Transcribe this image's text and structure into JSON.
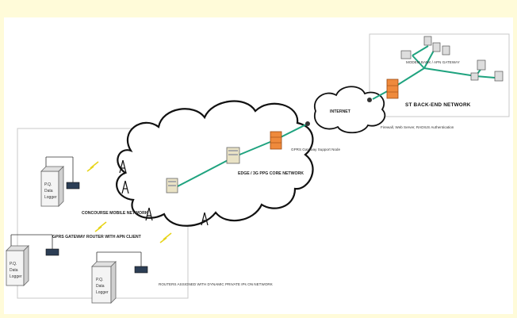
{
  "labels": {
    "backend_title": "ST BACK-END NETWORK",
    "backend_gateway": "MODEM BANK / APN GATEWAY",
    "internet": "INTERNET",
    "firewall_note": "Firewall, Web Server, RADIUS Authentication",
    "core_network": "EDGE / 3G PPG CORE NETWORK",
    "gprs_note": "GPRS Gateway Support Node",
    "coverage": "CONCOURSE MOBILE NETWORK",
    "gateway_router": "GPRS GATEWAY ROUTER WITH APN CLIENT",
    "routers_note": "ROUTERS ASSIGNED WITH DYNAMIC PRIVATE IPs ON NETWORK",
    "logger_1": [
      "P.Q.",
      "Data",
      "Logger"
    ],
    "logger_2": [
      "P.Q.",
      "Data",
      "Logger"
    ],
    "logger_3": [
      "P.Q.",
      "Data",
      "Logger"
    ]
  },
  "colors": {
    "link_green": "#1fa37f",
    "firewall": "#ef8a3c",
    "cloud_stroke": "#111111"
  }
}
